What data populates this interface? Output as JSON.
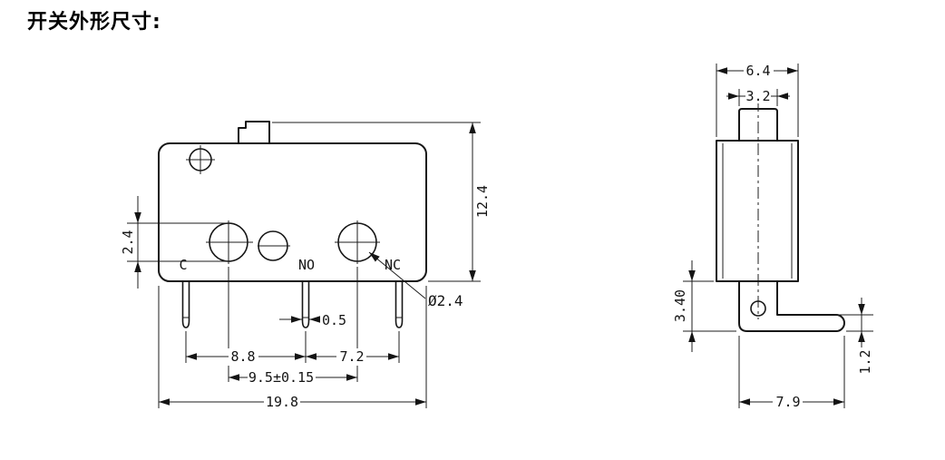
{
  "title": "开关外形尺寸:",
  "colors": {
    "ink": "#161616",
    "background": "#ffffff"
  },
  "front_view": {
    "labels": {
      "c": "C",
      "no": "NO",
      "nc": "NC"
    },
    "dims": {
      "contact_diameter": "2.4",
      "body_height": "12.4",
      "pin_thickness": "0.5",
      "pin_pitch_left": "8.8",
      "pin_pitch_right": "7.2",
      "contact_pitch": "9.5±0.15",
      "body_width": "19.8",
      "hole_callout": "Ø2.4"
    }
  },
  "side_view": {
    "dims": {
      "body_depth": "6.4",
      "button_depth": "3.2",
      "bracket_height": "3.40",
      "pin_thickness": "1.2",
      "overall_depth": "7.9"
    }
  }
}
